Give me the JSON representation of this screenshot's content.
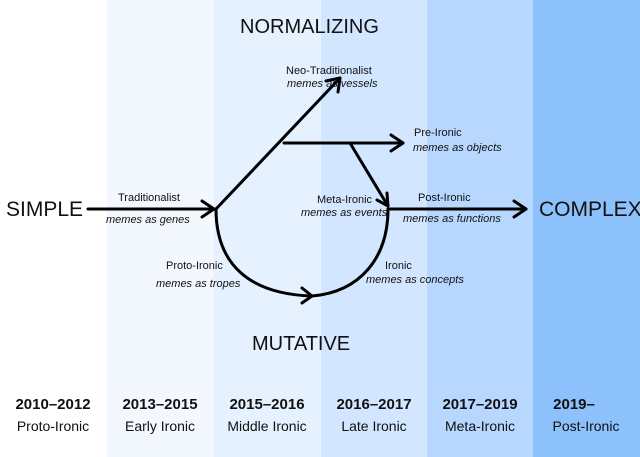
{
  "background_bands": [
    {
      "color": "#ffffff"
    },
    {
      "color": "#f3f8ff"
    },
    {
      "color": "#e6f1ff"
    },
    {
      "color": "#d3e6ff"
    },
    {
      "color": "#b7d7ff"
    },
    {
      "color": "#8cc1fb"
    }
  ],
  "axis": {
    "top": "NORMALIZING",
    "bottom": "MUTATIVE",
    "left": "SIMPLE",
    "right": "COMPLEX"
  },
  "nodes": {
    "traditionalist": {
      "name": "Traditionalist",
      "desc": "memes as genes"
    },
    "neo_traditionalist": {
      "name": "Neo-Traditionalist",
      "desc": "memes as vessels"
    },
    "pre_ironic": {
      "name": "Pre-Ironic",
      "desc": "memes as objects"
    },
    "meta_ironic": {
      "name": "Meta-Ironic",
      "desc": "memes as events"
    },
    "post_ironic": {
      "name": "Post-Ironic",
      "desc": "memes as functions"
    },
    "proto_ironic": {
      "name": "Proto-Ironic",
      "desc": "memes as tropes"
    },
    "ironic": {
      "name": "Ironic",
      "desc": "memes as concepts"
    }
  },
  "timeline": [
    {
      "years": "2010–2012",
      "era": "Proto-Ironic"
    },
    {
      "years": "2013–2015",
      "era": "Early Ironic"
    },
    {
      "years": "2015–2016",
      "era": "Middle Ironic"
    },
    {
      "years": "2016–2017",
      "era": "Late Ironic"
    },
    {
      "years": "2017–2019",
      "era": "Meta-Ironic"
    },
    {
      "years": "2019–",
      "era": "Post-Ironic"
    }
  ]
}
